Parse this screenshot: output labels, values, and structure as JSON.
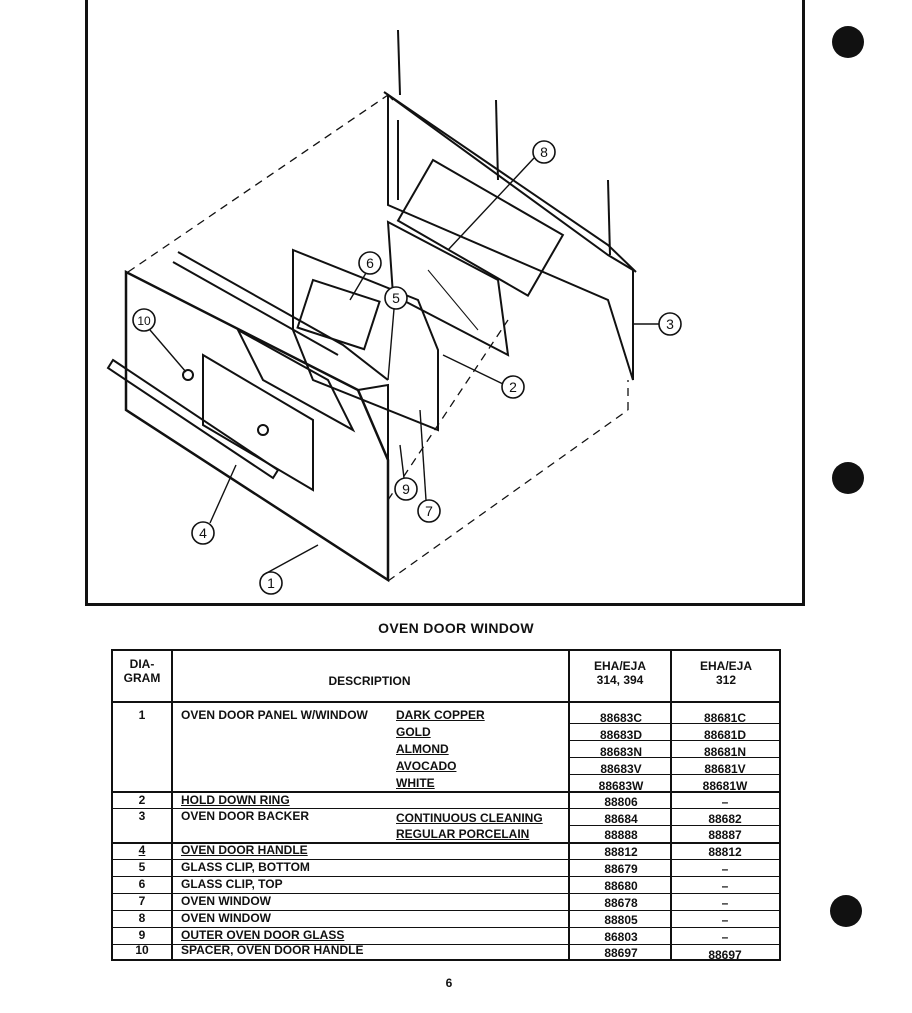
{
  "caption": "OVEN DOOR WINDOW",
  "callouts": [
    "1",
    "2",
    "3",
    "4",
    "5",
    "6",
    "7",
    "8",
    "9",
    "10"
  ],
  "table": {
    "headers": {
      "diagram": "DIA-\nGRAM",
      "diagram_l1": "DIA-",
      "diagram_l2": "GRAM",
      "description": "DESCRIPTION",
      "col_a_l1": "EHA/EJA",
      "col_a_l2": "314, 394",
      "col_b_l1": "EHA/EJA",
      "col_b_l2": "312"
    },
    "rows": [
      {
        "num": "1",
        "desc": "OVEN DOOR PANEL W/WINDOW",
        "sub": "DARK COPPER",
        "a": "88683C",
        "b": "88681C"
      },
      {
        "num": "",
        "desc": "",
        "sub": "GOLD",
        "a": "88683D",
        "b": "88681D"
      },
      {
        "num": "",
        "desc": "",
        "sub": "ALMOND",
        "a": "88683N",
        "b": "88681N"
      },
      {
        "num": "",
        "desc": "",
        "sub": "AVOCADO",
        "a": "88683V",
        "b": "88681V"
      },
      {
        "num": "",
        "desc": "",
        "sub": "WHITE",
        "a": "88683W",
        "b": "88681W"
      },
      {
        "num": "2",
        "desc": "HOLD DOWN RING",
        "sub": "",
        "a": "88806",
        "b": "–"
      },
      {
        "num": "3",
        "desc": "OVEN DOOR BACKER",
        "sub": "CONTINUOUS CLEANING",
        "a": "88684",
        "b": "88682"
      },
      {
        "num": "",
        "desc": "",
        "sub": "REGULAR PORCELAIN",
        "a": "88888",
        "b": "88887"
      },
      {
        "num": "4",
        "desc": "OVEN DOOR HANDLE",
        "sub": "",
        "a": "88812",
        "b": "88812"
      },
      {
        "num": "5",
        "desc": "GLASS CLIP, BOTTOM",
        "sub": "",
        "a": "88679",
        "b": "–"
      },
      {
        "num": "6",
        "desc": "GLASS CLIP, TOP",
        "sub": "",
        "a": "88680",
        "b": "–"
      },
      {
        "num": "7",
        "desc": "OVEN WINDOW",
        "sub": "",
        "a": "88678",
        "b": "–"
      },
      {
        "num": "8",
        "desc": "OVEN WINDOW",
        "sub": "",
        "a": "88805",
        "b": "–"
      },
      {
        "num": "9",
        "desc": "OUTER OVEN DOOR GLASS",
        "sub": "",
        "a": "86803",
        "b": "–"
      },
      {
        "num": "10",
        "desc": "SPACER, OVEN DOOR HANDLE",
        "sub": "",
        "a": "88697",
        "b": "88697"
      }
    ]
  },
  "page_number": "6"
}
